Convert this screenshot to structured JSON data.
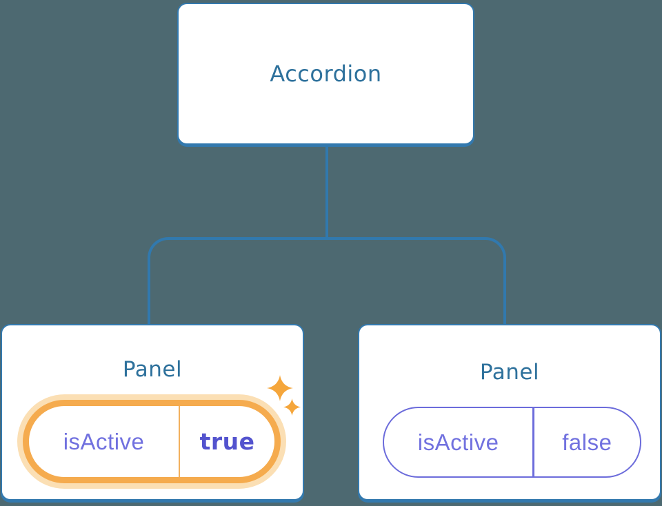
{
  "diagram": {
    "root": {
      "label": "Accordion"
    },
    "panels": [
      {
        "title": "Panel",
        "state_key": "isActive",
        "state_value": "true",
        "active": true,
        "highlight_icon": "sparkles-icon"
      },
      {
        "title": "Panel",
        "state_key": "isActive",
        "state_value": "false",
        "active": false
      }
    ],
    "colors": {
      "background": "#4D6971",
      "connector": "#3179AE",
      "node_border": "#3379AE",
      "node_fill": "#FFFFFF",
      "node_label": "#2E719C",
      "state_text": "#7171DF",
      "state_value_active": "#5353CE",
      "active_ring": "#F5AB4E",
      "active_glow": "#FBDFB4",
      "active_divider": "#F2B05E",
      "inactive_ring": "#6C6CDB",
      "sparkle": "#F5A63B"
    }
  }
}
